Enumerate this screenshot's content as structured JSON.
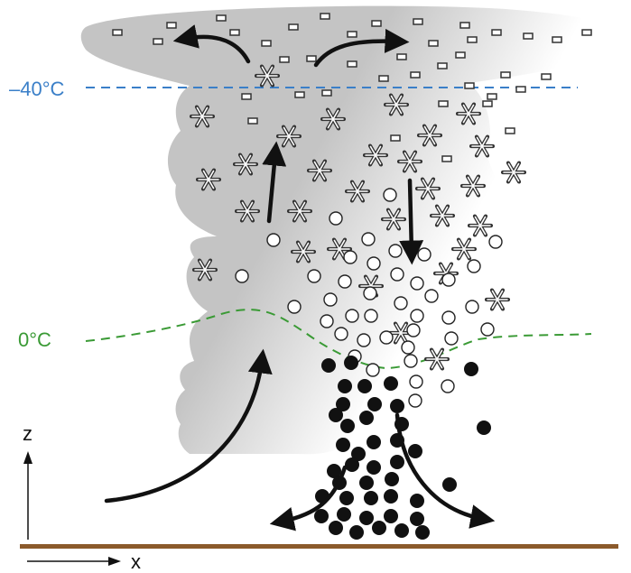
{
  "labels": {
    "minus40": "–40°C",
    "zero": "0°C",
    "z_axis": "z",
    "x_axis": "x"
  },
  "colors": {
    "cloud": "#c4c4c4",
    "minus40_line": "#3a7fc8",
    "zero_line": "#3a9a35",
    "ground": "#8b5a2b",
    "arrow": "#111111",
    "rain": "#111111"
  },
  "icons": {
    "ice_crystal": "snowflake-icon",
    "snow_pellet": "hollow-circle-icon",
    "rain_drop": "filled-circle-icon",
    "anvil_ice": "small-rectangle-icon"
  }
}
